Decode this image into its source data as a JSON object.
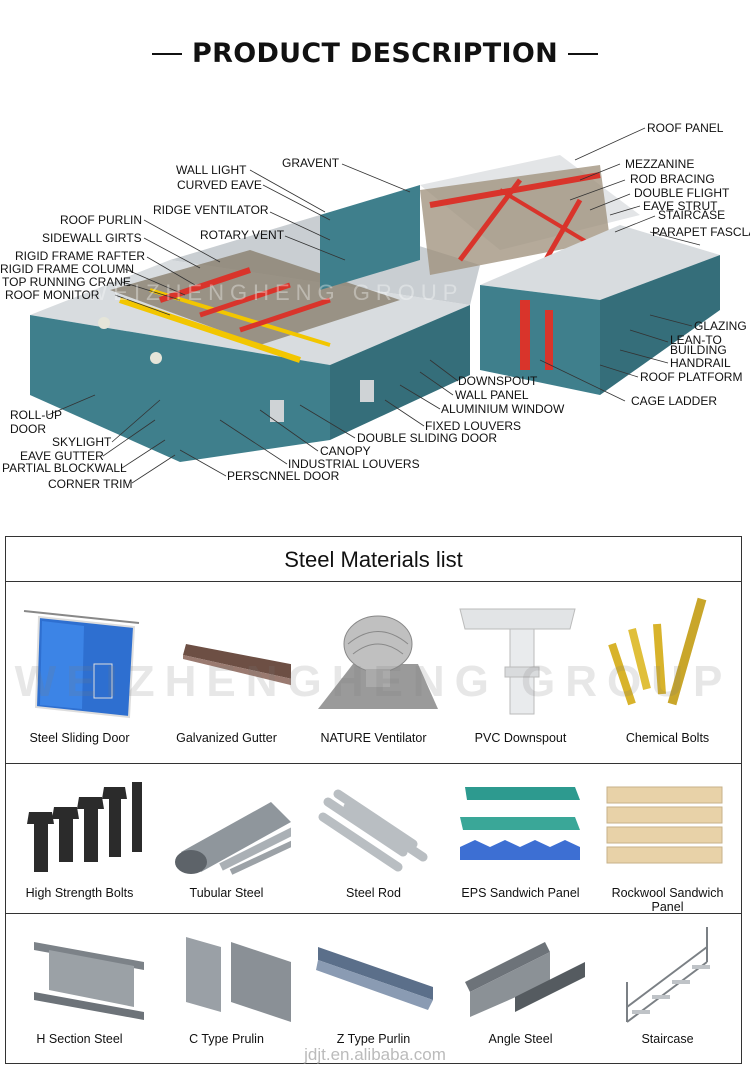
{
  "heading": "PRODUCT DESCRIPTION",
  "watermark_text": "WEIZHENGHENG GROUP",
  "diagram_labels": {
    "roof_panel": "ROOF PANEL",
    "gravent": "GRAVENT",
    "wall_light": "WALL LIGHT",
    "curved_eave": "CURVED EAVE",
    "mezzanine": "MEZZANINE",
    "rod_bracing": "ROD BRACING",
    "double_flight": "DOUBLE FLIGHT",
    "eave_strut": "EAVE STRUT",
    "staircase": "STAIRCASE",
    "parapet_fascia": "PARAPET FASCLA",
    "ridge_ventilator": "RIDGE VENTILATOR",
    "roof_purlin": "ROOF PURLIN",
    "rotary_vent": "ROTARY VENT",
    "sidewall_girts": "SIDEWALL GIRTS",
    "rigid_frame_rafter": "RIGID FRAME RAFTER",
    "rigid_frame_column": "RIGID FRAME COLUMN",
    "top_running_crane": "TOP RUNNING CRANE",
    "roof_monitor": "ROOF MONITOR",
    "glazing": "GLAZING",
    "lean_to": "LEAN-TO",
    "building": "BUILDING",
    "handrail": "HANDRAIL",
    "roof_platform": "ROOF PLATFORM",
    "downspout": "DOWNSPOUT",
    "wall_panel": "WALL PANEL",
    "aluminium_window": "ALUMINIUM WINDOW",
    "cage_ladder": "CAGE LADDER",
    "fixed_louvers": "FIXED LOUVERS",
    "double_sliding_door": "DOUBLE SLIDING DOOR",
    "canopy": "CANOPY",
    "industrial_louvers": "INDUSTRIAL LOUVERS",
    "personnel_door": "PERSCNNEL DOOR",
    "roll_up": "ROLL-UP",
    "door": "DOOR",
    "skylight": "SKYLIGHT",
    "eave_gutter": "EAVE GUTTER",
    "partial_blockwall": "PARTIAL BLOCKWALL",
    "corner_trim": "CORNER TRIM"
  },
  "materials": {
    "title": "Steel Materials list",
    "rows": [
      [
        {
          "label": "Steel Sliding Door",
          "icon": "sliding-door-icon"
        },
        {
          "label": "Galvanized Gutter",
          "icon": "gutter-icon"
        },
        {
          "label": "NATURE Ventilator",
          "icon": "ventilator-icon"
        },
        {
          "label": "PVC Downspout",
          "icon": "downspout-icon"
        },
        {
          "label": "Chemical Bolts",
          "icon": "chemical-bolts-icon"
        }
      ],
      [
        {
          "label": "High Strength Bolts",
          "icon": "bolts-icon"
        },
        {
          "label": "Tubular Steel",
          "icon": "tube-icon"
        },
        {
          "label": "Steel Rod",
          "icon": "rod-icon"
        },
        {
          "label": "EPS Sandwich Panel",
          "icon": "eps-panel-icon"
        },
        {
          "label": "Rockwool Sandwich Panel",
          "icon": "rockwool-panel-icon"
        }
      ],
      [
        {
          "label": "H Section Steel",
          "icon": "h-beam-icon"
        },
        {
          "label": "C Type Prulin",
          "icon": "c-purlin-icon"
        },
        {
          "label": "Z Type Purlin",
          "icon": "z-purlin-icon"
        },
        {
          "label": "Angle Steel",
          "icon": "angle-steel-icon"
        },
        {
          "label": "Staircase",
          "icon": "staircase-icon"
        }
      ]
    ]
  },
  "footer": "jdjt.en.alibaba.com",
  "colors": {
    "wall": "#3f7f8c",
    "roof": "#cfd3d6",
    "frame": "#d9342b",
    "crane": "#f2c600"
  }
}
